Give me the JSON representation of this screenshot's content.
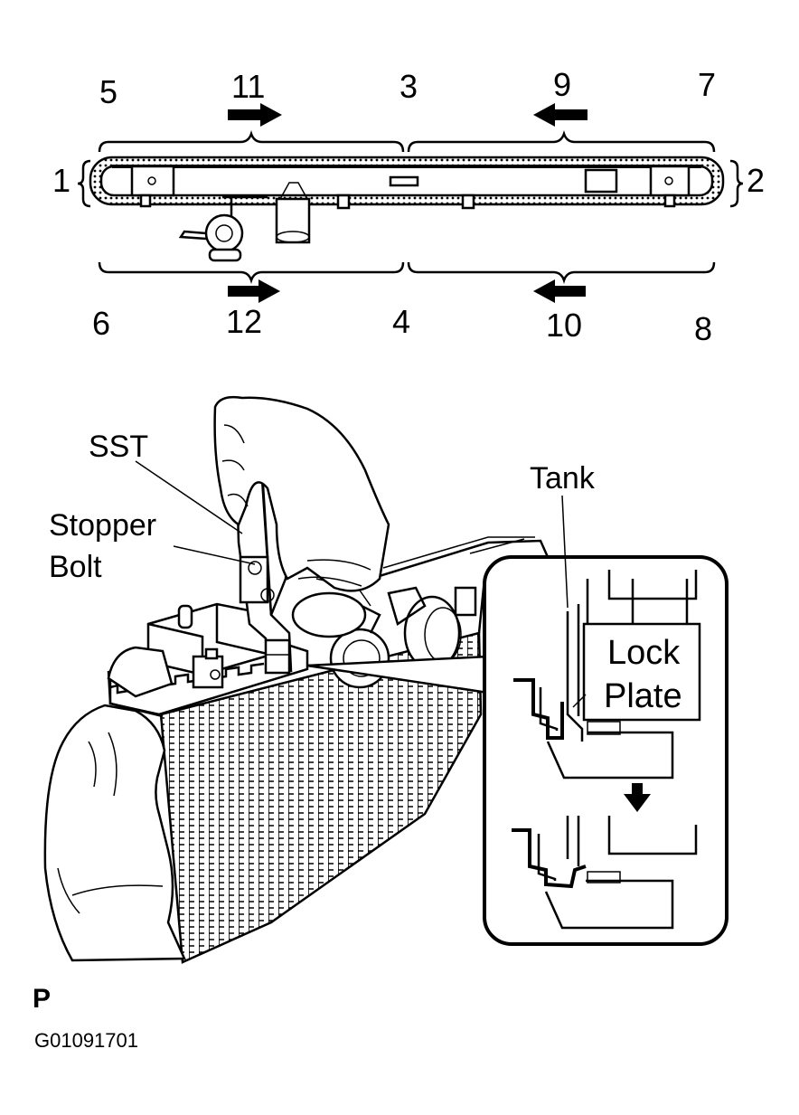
{
  "sequence_numbers": {
    "n1": "1",
    "n2": "2",
    "n3": "3",
    "n4": "4",
    "n5": "5",
    "n6": "6",
    "n7": "7",
    "n8": "8",
    "n9": "9",
    "n10": "10",
    "n11": "11",
    "n12": "12"
  },
  "labels": {
    "sst": "SST",
    "stopper_bolt_line1": "Stopper",
    "stopper_bolt_line2": "Bolt",
    "tank": "Tank",
    "lock_plate_line1": "Lock",
    "lock_plate_line2": "Plate"
  },
  "footer": {
    "page_marker": "P",
    "figure_id": "G01091701"
  },
  "icons": [
    "arrow-right-icon",
    "arrow-left-icon",
    "arrow-down-icon",
    "hand-icon",
    "radiator-core-icon"
  ]
}
